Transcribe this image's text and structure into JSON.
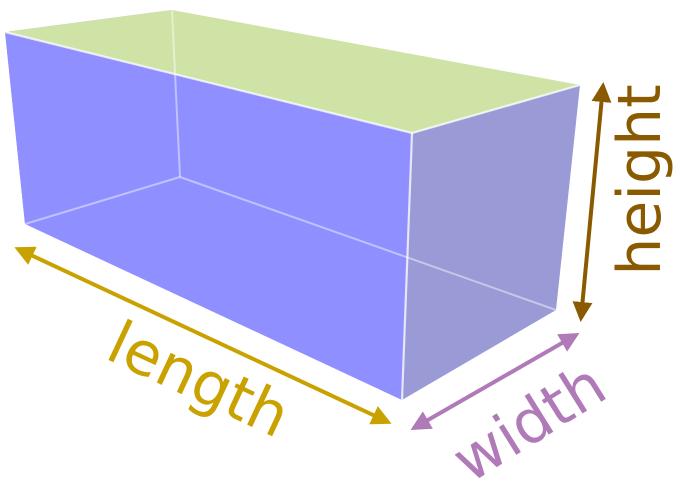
{
  "labels": {
    "length": "length",
    "width": "width",
    "height": "height"
  },
  "colors": {
    "front_face": "#8f8fff",
    "back_face": "#a6a6ff",
    "top_face": "#cfe3a6",
    "side_face": "#9a9ad6",
    "length_color": "#c9a200",
    "width_color": "#b07ab8",
    "height_color": "#8a5a00",
    "edge_color": "#ffffff"
  }
}
